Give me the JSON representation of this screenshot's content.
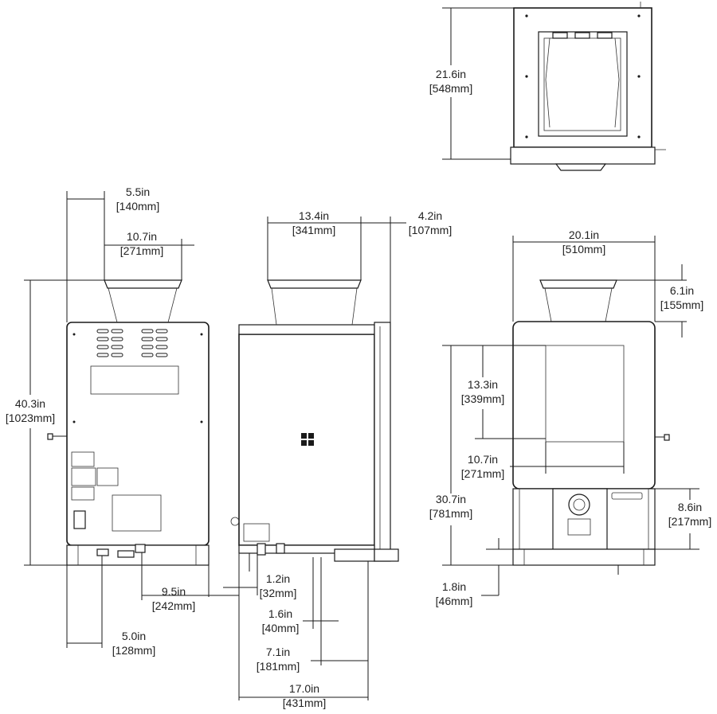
{
  "dimensions": {
    "top_depth": {
      "in": "21.6in",
      "mm": "[548mm]"
    },
    "rear_hopper_offset": {
      "in": "5.5in",
      "mm": "[140mm]"
    },
    "rear_hopper_width": {
      "in": "10.7in",
      "mm": "[271mm]"
    },
    "rear_height": {
      "in": "40.3in",
      "mm": "[1023mm]"
    },
    "rear_foot_span": {
      "in": "9.5in",
      "mm": "[242mm]"
    },
    "rear_left_offset": {
      "in": "5.0in",
      "mm": "[128mm]"
    },
    "side_hopper_width": {
      "in": "13.4in",
      "mm": "[341mm]"
    },
    "side_front_overhang": {
      "in": "4.2in",
      "mm": "[107mm]"
    },
    "side_tube_offset": {
      "in": "1.2in",
      "mm": "[32mm]"
    },
    "side_tube_spacing": {
      "in": "1.6in",
      "mm": "[40mm]"
    },
    "side_tube_to_front": {
      "in": "7.1in",
      "mm": "[181mm]"
    },
    "side_depth": {
      "in": "17.0in",
      "mm": "[431mm]"
    },
    "front_width": {
      "in": "20.1in",
      "mm": "[510mm]"
    },
    "front_hopper_height": {
      "in": "6.1in",
      "mm": "[155mm]"
    },
    "front_window_height": {
      "in": "13.3in",
      "mm": "[339mm]"
    },
    "front_window_width": {
      "in": "10.7in",
      "mm": "[271mm]"
    },
    "front_height": {
      "in": "30.7in",
      "mm": "[781mm]"
    },
    "front_dispense_height": {
      "in": "8.6in",
      "mm": "[217mm]"
    },
    "front_foot_height": {
      "in": "1.8in",
      "mm": "[46mm]"
    }
  }
}
